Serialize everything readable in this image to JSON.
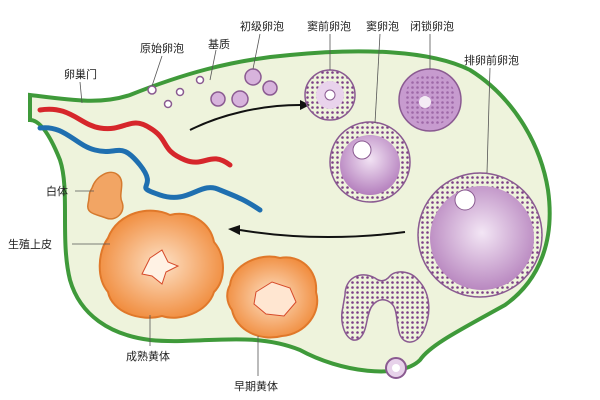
{
  "labels": {
    "hilum": "卵巢门",
    "primordial_follicle": "原始卵泡",
    "stroma": "基质",
    "primary_follicle": "初级卵泡",
    "antral_follicle": "窦前卵泡",
    "secondary_follicle": "窦卵泡",
    "atretic_follicle": "闭锁卵泡",
    "preovulatory_follicle": "排卵前卵泡",
    "corpus_albicans": "白体",
    "germinal_epithelium": "生殖上皮",
    "mature_corpus_luteum": "成熟黄体",
    "early_corpus_luteum": "早期黄体"
  },
  "colors": {
    "ovary_fill": "#eef3dc",
    "ovary_border": "#3f9a3a",
    "follicle_purple": "#a05ba4",
    "follicle_light": "#e7d2ea",
    "luteum_orange": "#f08a3a",
    "luteum_light": "#fbd0a6",
    "artery_red": "#d6262b",
    "vein_blue": "#1f6fb0"
  }
}
